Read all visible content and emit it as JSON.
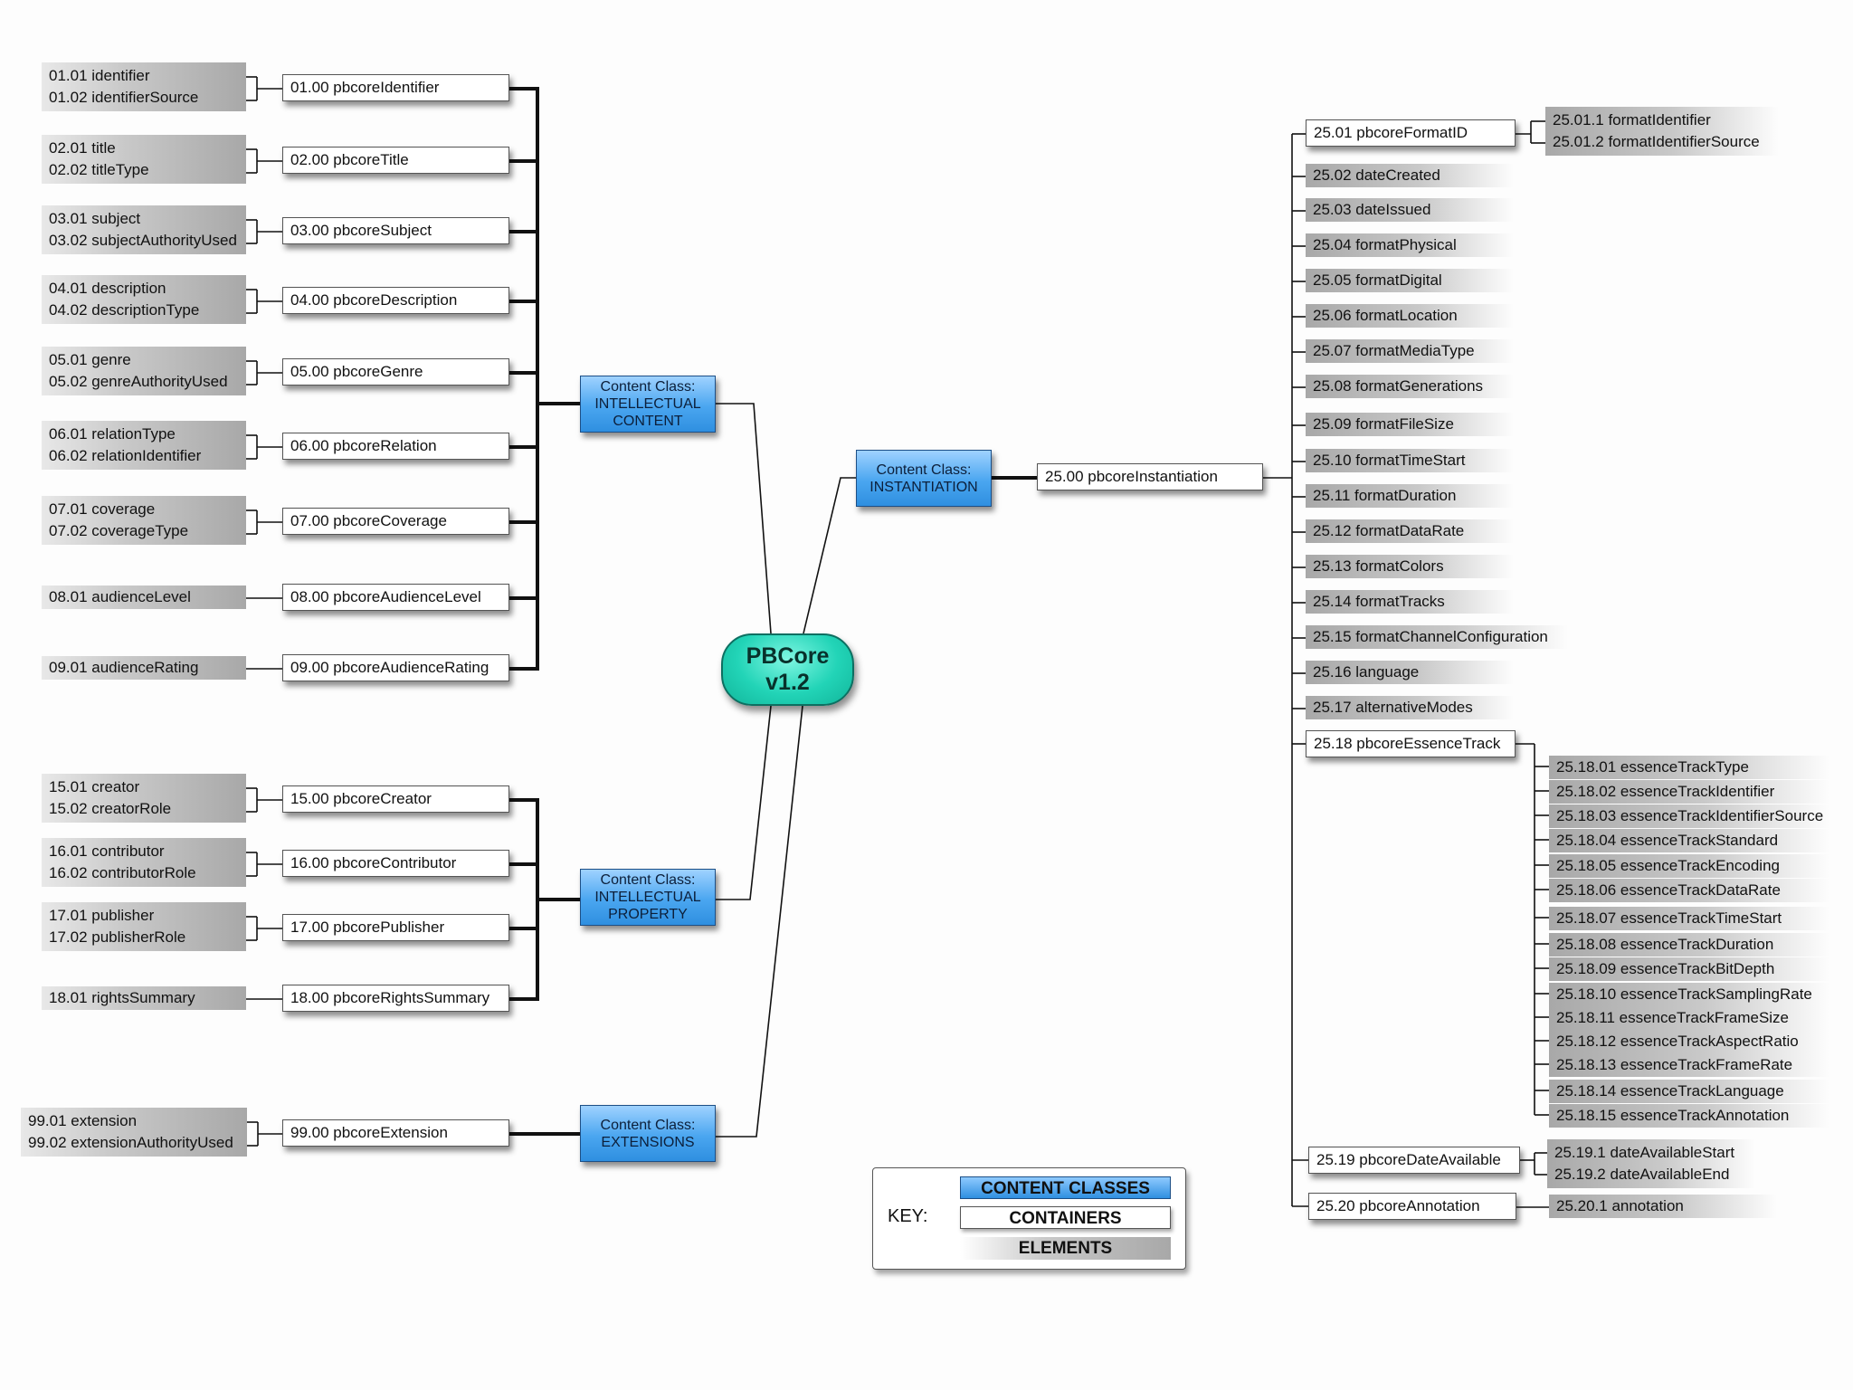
{
  "core": {
    "line1": "PBCore",
    "line2": "v1.2"
  },
  "classes": {
    "intellectual_content": {
      "line1": "Content Class:",
      "line2": "INTELLECTUAL",
      "line3": "CONTENT"
    },
    "intellectual_property": {
      "line1": "Content Class:",
      "line2": "INTELLECTUAL",
      "line3": "PROPERTY"
    },
    "extensions": {
      "line1": "Content Class:",
      "line2": "EXTENSIONS"
    },
    "instantiation": {
      "line1": "Content Class:",
      "line2": "INSTANTIATION"
    }
  },
  "left_groups": [
    {
      "container": "01.00 pbcoreIdentifier",
      "elements": [
        "01.01 identifier",
        "01.02 identifierSource"
      ]
    },
    {
      "container": "02.00 pbcoreTitle",
      "elements": [
        "02.01 title",
        "02.02 titleType"
      ]
    },
    {
      "container": "03.00 pbcoreSubject",
      "elements": [
        "03.01 subject",
        "03.02 subjectAuthorityUsed"
      ]
    },
    {
      "container": "04.00 pbcoreDescription",
      "elements": [
        "04.01 description",
        "04.02 descriptionType"
      ]
    },
    {
      "container": "05.00 pbcoreGenre",
      "elements": [
        "05.01 genre",
        "05.02 genreAuthorityUsed"
      ]
    },
    {
      "container": "06.00 pbcoreRelation",
      "elements": [
        "06.01 relationType",
        "06.02 relationIdentifier"
      ]
    },
    {
      "container": "07.00 pbcoreCoverage",
      "elements": [
        "07.01 coverage",
        "07.02 coverageType"
      ]
    },
    {
      "container": "08.00 pbcoreAudienceLevel",
      "elements": [
        "08.01 audienceLevel"
      ]
    },
    {
      "container": "09.00 pbcoreAudienceRating",
      "elements": [
        "09.01 audienceRating"
      ]
    },
    {
      "container": "15.00 pbcoreCreator",
      "elements": [
        "15.01 creator",
        "15.02 creatorRole"
      ]
    },
    {
      "container": "16.00 pbcoreContributor",
      "elements": [
        "16.01 contributor",
        "16.02 contributorRole"
      ]
    },
    {
      "container": "17.00 pbcorePublisher",
      "elements": [
        "17.01 publisher",
        "17.02 publisherRole"
      ]
    },
    {
      "container": "18.00 pbcoreRightsSummary",
      "elements": [
        "18.01 rightsSummary"
      ]
    },
    {
      "container": "99.00 pbcoreExtension",
      "elements": [
        "99.01 extension",
        "99.02 extensionAuthorityUsed"
      ]
    }
  ],
  "instantiation": {
    "container": "25.00 pbcoreInstantiation",
    "format_id": {
      "container": "25.01 pbcoreFormatID",
      "elements": [
        "25.01.1 formatIdentifier",
        "25.01.2 formatIdentifierSource"
      ]
    },
    "elements": [
      "25.02 dateCreated",
      "25.03 dateIssued",
      "25.04 formatPhysical",
      "25.05 formatDigital",
      "25.06 formatLocation",
      "25.07 formatMediaType",
      "25.08 formatGenerations",
      "25.09 formatFileSize",
      "25.10 formatTimeStart",
      "25.11 formatDuration",
      "25.12 formatDataRate",
      "25.13 formatColors",
      "25.14 formatTracks",
      "25.15 formatChannelConfiguration",
      "25.16 language",
      "25.17 alternativeModes"
    ],
    "essence_track": {
      "container": "25.18 pbcoreEssenceTrack",
      "elements": [
        "25.18.01 essenceTrackType",
        "25.18.02 essenceTrackIdentifier",
        "25.18.03 essenceTrackIdentifierSource",
        "25.18.04 essenceTrackStandard",
        "25.18.05 essenceTrackEncoding",
        "25.18.06 essenceTrackDataRate",
        "25.18.07 essenceTrackTimeStart",
        "25.18.08 essenceTrackDuration",
        "25.18.09 essenceTrackBitDepth",
        "25.18.10 essenceTrackSamplingRate",
        "25.18.11 essenceTrackFrameSize",
        "25.18.12 essenceTrackAspectRatio",
        "25.18.13 essenceTrackFrameRate",
        "25.18.14 essenceTrackLanguage",
        "25.18.15 essenceTrackAnnotation"
      ]
    },
    "date_available": {
      "container": "25.19 pbcoreDateAvailable",
      "elements": [
        "25.19.1 dateAvailableStart",
        "25.19.2 dateAvailableEnd"
      ]
    },
    "annotation": {
      "container": "25.20 pbcoreAnnotation",
      "elements": [
        "25.20.1 annotation"
      ]
    }
  },
  "key": {
    "label": "KEY:",
    "content_classes": "CONTENT CLASSES",
    "containers": "CONTAINERS",
    "elements": "ELEMENTS"
  }
}
